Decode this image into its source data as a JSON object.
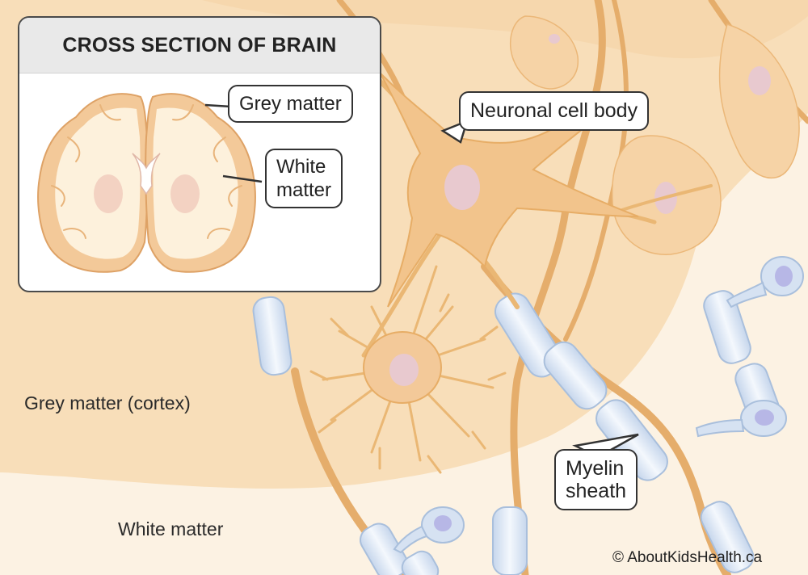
{
  "inset": {
    "title": "CROSS SECTION OF BRAIN",
    "labels": {
      "grey_matter": "Grey matter",
      "white_matter_line1": "White",
      "white_matter_line2": "matter"
    }
  },
  "labels": {
    "neuronal_cell_body": "Neuronal cell body",
    "myelin_sheath_line1": "Myelin",
    "myelin_sheath_line2": "sheath",
    "grey_matter_cortex": "Grey matter (cortex)",
    "white_matter": "White matter"
  },
  "copyright": "© AboutKidsHealth.ca",
  "colors": {
    "grey_matter_bg": "#f9dcb9",
    "white_matter_bg": "#fcf2e3",
    "neuron": "#f2c48c",
    "nucleus": "#e8c9cf",
    "myelin": "#dbe6f4",
    "glia_nucleus": "#b7b7e6"
  }
}
